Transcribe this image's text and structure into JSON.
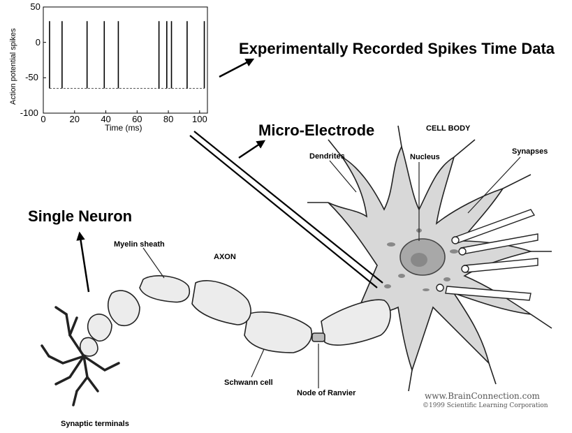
{
  "chart_data": {
    "type": "line",
    "ylabel": "Action potential spikes",
    "xlabel": "Time (ms)",
    "xlim": [
      0,
      105
    ],
    "ylim": [
      -100,
      50
    ],
    "xticks": [
      "0",
      "20",
      "40",
      "60",
      "80",
      "100"
    ],
    "yticks": [
      "50",
      "0",
      "-50",
      "-100"
    ],
    "baseline": -65,
    "spike_peak": 30,
    "spike_times": [
      4,
      12,
      28,
      39,
      48,
      74,
      79,
      82,
      92,
      103
    ]
  },
  "labels": {
    "experimental": "Experimentally Recorded Spikes Time Data",
    "micro_electrode": "Micro-Electrode",
    "single_neuron": "Single Neuron",
    "cell_body": "CELL BODY",
    "dendrites": "Dendrites",
    "nucleus": "Nucleus",
    "synapses": "Synapses",
    "myelin_sheath": "Myelin sheath",
    "axon": "AXON",
    "schwann_cell": "Schwann cell",
    "node_of_ranvier": "Node of Ranvier",
    "synaptic_terminals": "Synaptic terminals"
  },
  "credit": {
    "line1": "www.BrainConnection.com",
    "line2": "©1999 Scientific Learning Corporation"
  }
}
